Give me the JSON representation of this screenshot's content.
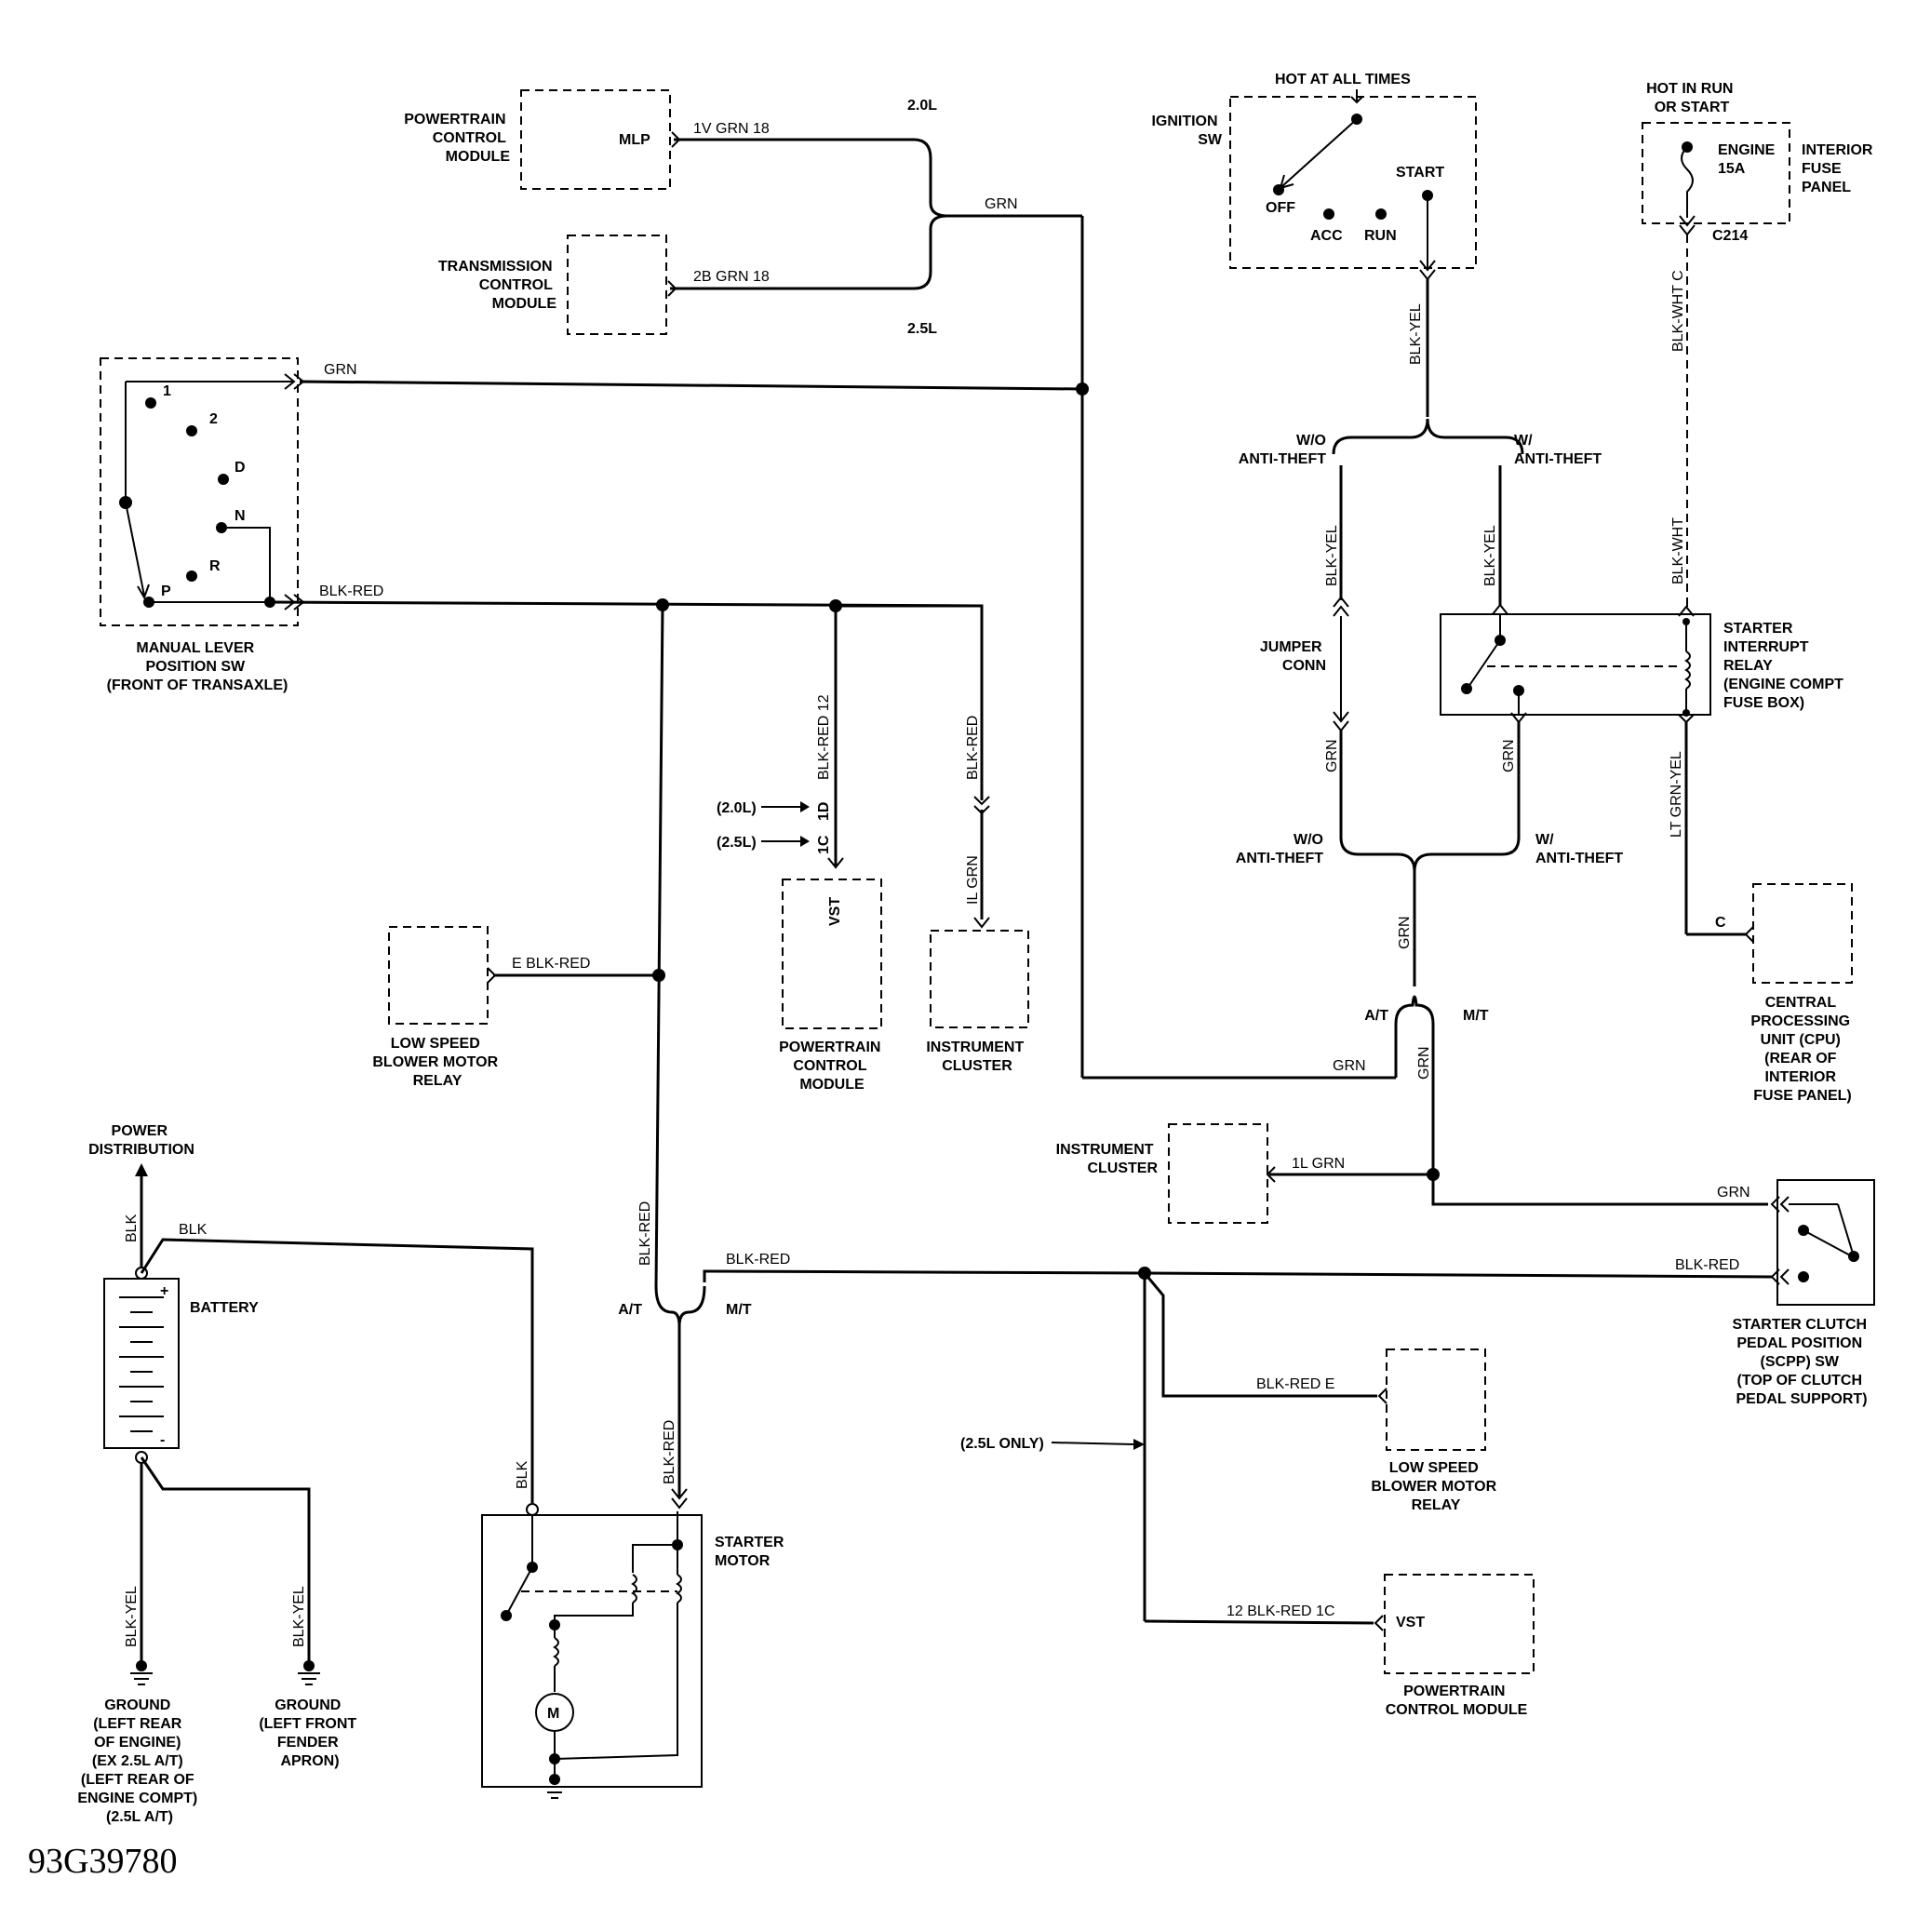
{
  "caption": "93G39780",
  "components": {
    "pcm_top": [
      "POWERTRAIN",
      "CONTROL",
      "MODULE"
    ],
    "tcm": [
      "TRANSMISSION",
      "CONTROL",
      "MODULE"
    ],
    "mlps": [
      "MANUAL LEVER",
      "POSITION SW",
      "(FRONT OF TRANSAXLE)"
    ],
    "mlps_positions": [
      "1",
      "2",
      "D",
      "N",
      "R",
      "P"
    ],
    "ign_hot": "HOT AT ALL TIMES",
    "ign_sw": [
      "IGNITION",
      "SW"
    ],
    "ign_positions": [
      "OFF",
      "ACC",
      "RUN",
      "START"
    ],
    "fuse_hot": [
      "HOT IN RUN",
      "OR START"
    ],
    "fuse": [
      "ENGINE",
      "15A"
    ],
    "fuse_panel": [
      "INTERIOR",
      "FUSE",
      "PANEL"
    ],
    "fuse_conn": "C214",
    "jumper": [
      "JUMPER",
      "CONN"
    ],
    "sir": [
      "STARTER",
      "INTERRUPT",
      "RELAY",
      "(ENGINE COMPT",
      "FUSE BOX)"
    ],
    "cpu": [
      "CENTRAL",
      "PROCESSING",
      "UNIT (CPU)",
      "(REAR OF",
      "INTERIOR",
      "FUSE PANEL)"
    ],
    "lsbmr": [
      "LOW SPEED",
      "BLOWER MOTOR",
      "RELAY"
    ],
    "pcm_vst": [
      "POWERTRAIN",
      "CONTROL",
      "MODULE"
    ],
    "ic": [
      "INSTRUMENT",
      "CLUSTER"
    ],
    "power_dist": [
      "POWER",
      "DISTRIBUTION"
    ],
    "battery": "BATTERY",
    "ground1": [
      "GROUND",
      "(LEFT REAR",
      "OF ENGINE)",
      "(EX 2.5L A/T)",
      "(LEFT REAR OF",
      "ENGINE COMPT)",
      "(2.5L A/T)"
    ],
    "ground2": [
      "GROUND",
      "(LEFT FRONT",
      "FENDER",
      "APRON)"
    ],
    "starter": [
      "STARTER",
      "MOTOR"
    ],
    "motor": "M",
    "scpp": [
      "STARTER CLUTCH",
      "PEDAL POSITION",
      "(SCPP) SW",
      "(TOP OF CLUTCH",
      "PEDAL SUPPORT)"
    ],
    "pcm_bottom": [
      "POWERTRAIN",
      "CONTROL MODULE"
    ]
  },
  "labels": {
    "mlp_pin": "MLP",
    "pcm_top_wire": "1V  GRN 18",
    "tcm_wire": "2B  GRN 18",
    "eng_20": "2.0L",
    "eng_25": "2.5L",
    "grn": "GRN",
    "blk_red": "BLK-RED",
    "blk_red_12": "BLK-RED 12",
    "sel_20": "(2.0L)",
    "sel_25": "(2.5L)",
    "pin_1d": "1D",
    "pin_1c": "1C",
    "vst": "VST",
    "il_grn": "IL GRN",
    "e_blk_red": "E  BLK-RED",
    "blk_red_e": "BLK-RED  E",
    "blk_yel": "BLK-YEL",
    "blk_wht": "BLK-WHT",
    "blk_wht_c": "BLK-WHT  C",
    "lt_grn_yel": "LT GRN-YEL",
    "c_pin": "C",
    "wo_anti_theft": [
      "W/O",
      "ANTI-THEFT"
    ],
    "w_anti_theft": [
      "W/",
      "ANTI-THEFT"
    ],
    "at": "A/T",
    "mt": "M/T",
    "blk": "BLK",
    "ic_wire": "1L  GRN",
    "only_25": "(2.5L ONLY)",
    "vst_wire": "12 BLK-RED  1C",
    "plus": "+",
    "minus": "-"
  }
}
